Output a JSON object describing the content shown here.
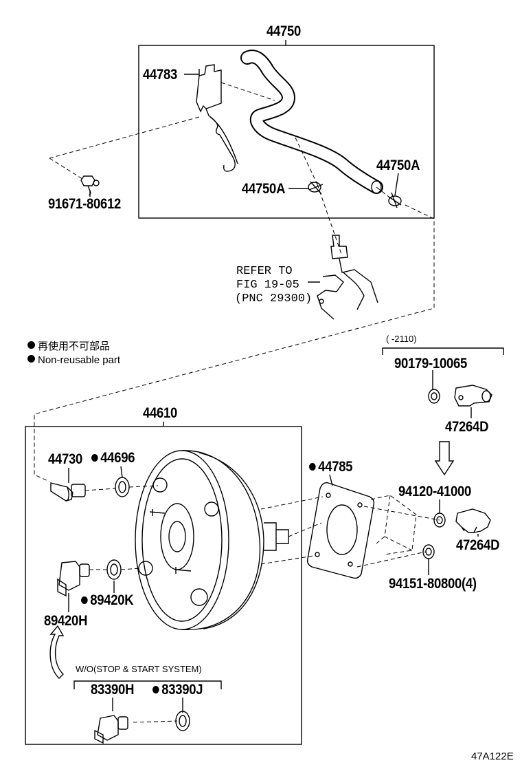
{
  "labels": {
    "assembly_top": "44750",
    "bracket": "44783",
    "bolt": "91671-80612",
    "clamp_left": "44750A",
    "clamp_right": "44750A",
    "assembly_mid": "44610",
    "check_valve": "44730",
    "grommet": "44696",
    "gasket": "44785",
    "pressure_sensor": "89420H",
    "sensor_oring": "89420K",
    "switch": "83390H",
    "switch_oring": "83390J",
    "nut_date_group": "90179-10065",
    "bracket_a": "47264D",
    "nut_b": "94120-41000",
    "bracket_b": "47264D",
    "nut_c": "94151-80800(4)"
  },
  "refer": {
    "line1": "REFER TO",
    "line2": "FIG 19-05",
    "line3": "(PNC 29300)"
  },
  "legend": {
    "jp": "再使用不可部品",
    "en": "Non-reusable part"
  },
  "notes": {
    "date_range": "(    -2110)",
    "wo_system": "W/O(STOP & START SYSTEM)"
  },
  "figure_code": "47A122E",
  "icons": {
    "legend_marker": "filled-circle-icon",
    "arrow_down": "hollow-arrow-down-icon",
    "arrow_up": "curved-arrow-up-icon"
  }
}
